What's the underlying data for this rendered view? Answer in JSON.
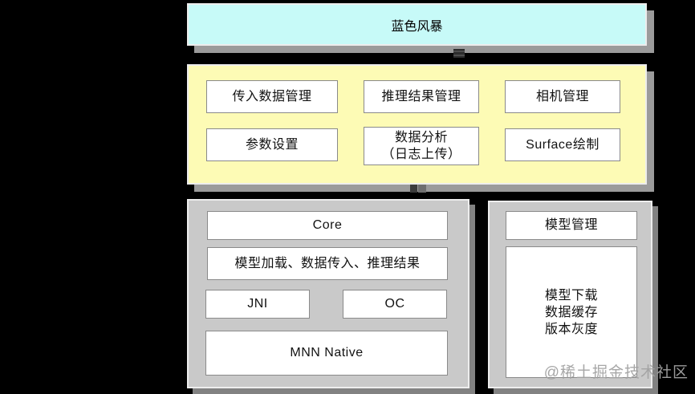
{
  "colors": {
    "background": "#000000",
    "blue_storm_bg": "#c7faf8",
    "business_bg": "#fdfbb5",
    "native_bg": "#c9c9c9",
    "model_bg": "#c9c9c9",
    "cell_bg": "#ffffff",
    "cell_border": "#8a8a8a",
    "panel_shadow": "#9b9b9b"
  },
  "blue_storm": {
    "label": "蓝色风暴"
  },
  "business_panel": {
    "cells": [
      {
        "label": "传入数据管理"
      },
      {
        "label": "推理结果管理"
      },
      {
        "label": "相机管理"
      },
      {
        "label": "参数设置"
      },
      {
        "label": "数据分析",
        "sublabel": "（日志上传）"
      },
      {
        "label": "Surface绘制"
      }
    ]
  },
  "native_panel": {
    "cells": [
      {
        "label": "Core"
      },
      {
        "label": "模型加载、数据传入、推理结果"
      },
      {
        "label": "JNI"
      },
      {
        "label": "OC"
      },
      {
        "label": "MNN Native"
      }
    ]
  },
  "model_panel": {
    "header": "模型管理",
    "body_lines": [
      "模型下载",
      "数据缓存",
      "版本灰度"
    ]
  },
  "watermark": {
    "text": "@稀土掘金技术社区"
  }
}
